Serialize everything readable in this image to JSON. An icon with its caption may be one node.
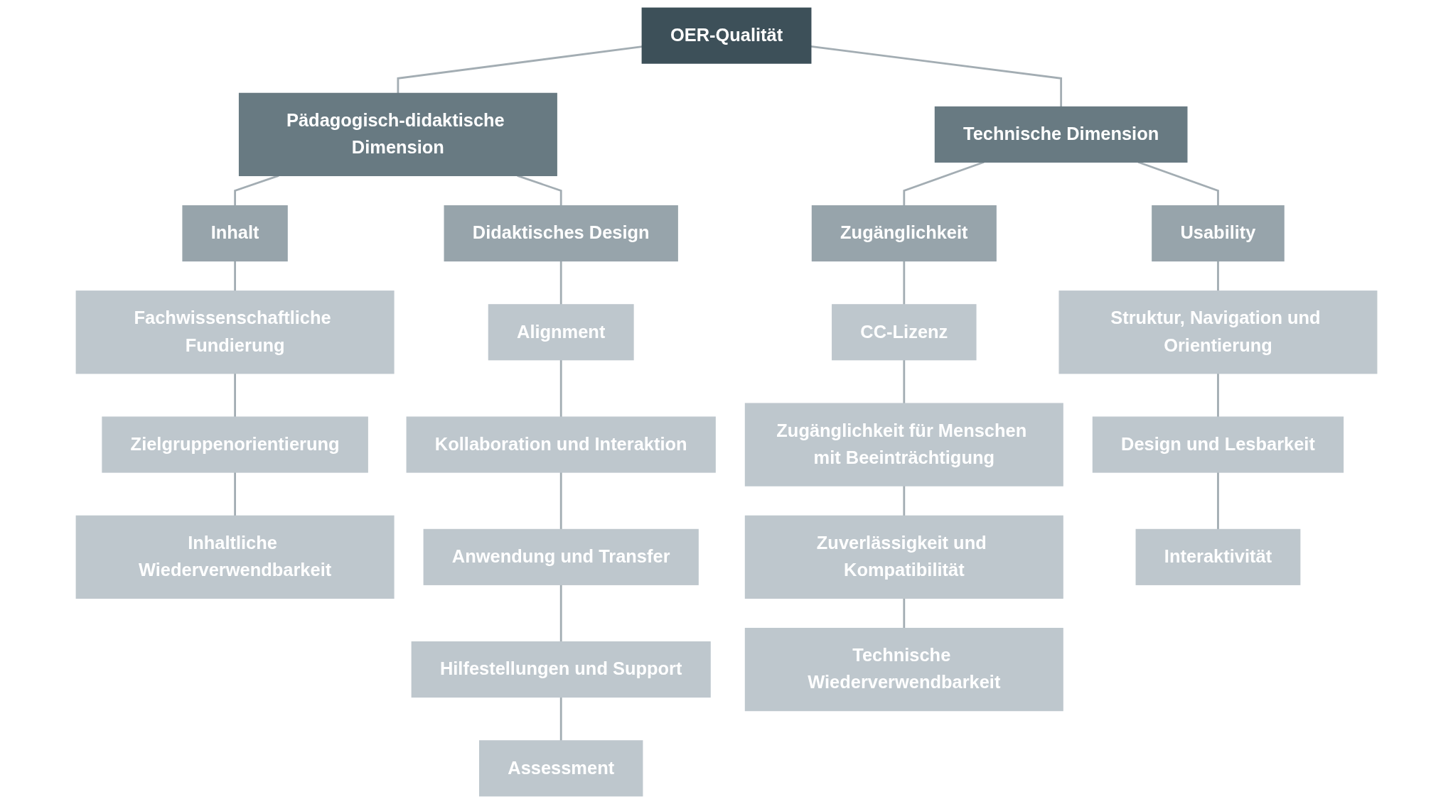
{
  "diagram": {
    "nodes": [
      {
        "text": [
          "OER-Qualität"
        ]
      },
      {
        "text": [
          "Pädagogisch-didaktische Dimension"
        ]
      },
      {
        "text": [
          "Technische Dimension"
        ]
      },
      {
        "text": [
          "Inhalt"
        ]
      },
      {
        "text": [
          "Didaktisches Design"
        ]
      },
      {
        "text": [
          "Zugänglichkeit"
        ]
      },
      {
        "text": [
          "Usability"
        ]
      },
      {
        "text": [
          "Fachwissenschaftliche Fundierung"
        ]
      },
      {
        "text": [
          "Zielgruppenorientierung"
        ]
      },
      {
        "text": [
          "Inhaltliche Wiederverwendbarkeit"
        ]
      },
      {
        "text": [
          "Alignment"
        ]
      },
      {
        "text": [
          "Kollaboration und Interaktion"
        ]
      },
      {
        "text": [
          "Anwendung und Transfer"
        ]
      },
      {
        "text": [
          "Hilfestellungen und Support"
        ]
      },
      {
        "text": [
          "Assessment"
        ]
      },
      {
        "text": [
          "CC-Lizenz"
        ]
      },
      {
        "text": [
          "Zugänglichkeit für Menschen mit Beeinträchtigung"
        ]
      },
      {
        "text": [
          "Zuverlässigkeit und Kompatibilität"
        ]
      },
      {
        "text": [
          "Technische Wiederverwendbarkeit"
        ]
      },
      {
        "text": [
          "Struktur, Navigation und Orientierung"
        ]
      },
      {
        "text": [
          "Design und Lesbarkeit"
        ]
      },
      {
        "text": [
          "Interaktivität"
        ]
      }
    ],
    "edges": [
      {
        "from": 0,
        "to": 1,
        "arrow": "none"
      },
      {
        "from": 0,
        "to": 2,
        "arrow": "none"
      },
      {
        "from": 1,
        "to": 3,
        "arrow": "none"
      },
      {
        "from": 1,
        "to": 4,
        "arrow": "none"
      },
      {
        "from": 2,
        "to": 5,
        "arrow": "none"
      },
      {
        "from": 2,
        "to": 6,
        "arrow": "none"
      },
      {
        "from": 3,
        "to": 7,
        "arrow": "none"
      },
      {
        "from": 7,
        "to": 8,
        "arrow": "none"
      },
      {
        "from": 8,
        "to": 9,
        "arrow": "none"
      },
      {
        "from": 4,
        "to": 10,
        "arrow": "none"
      },
      {
        "from": 10,
        "to": 11,
        "arrow": "none"
      },
      {
        "from": 11,
        "to": 12,
        "arrow": "none"
      },
      {
        "from": 12,
        "to": 13,
        "arrow": "none"
      },
      {
        "from": 13,
        "to": 14,
        "arrow": "none"
      },
      {
        "from": 5,
        "to": 15,
        "arrow": "none"
      },
      {
        "from": 15,
        "to": 16,
        "arrow": "none"
      },
      {
        "from": 16,
        "to": 17,
        "arrow": "none"
      },
      {
        "from": 17,
        "to": 18,
        "arrow": "none"
      },
      {
        "from": 6,
        "to": 19,
        "arrow": "none"
      },
      {
        "from": 19,
        "to": 20,
        "arrow": "none"
      },
      {
        "from": 20,
        "to": 21,
        "arrow": "none"
      }
    ]
  }
}
